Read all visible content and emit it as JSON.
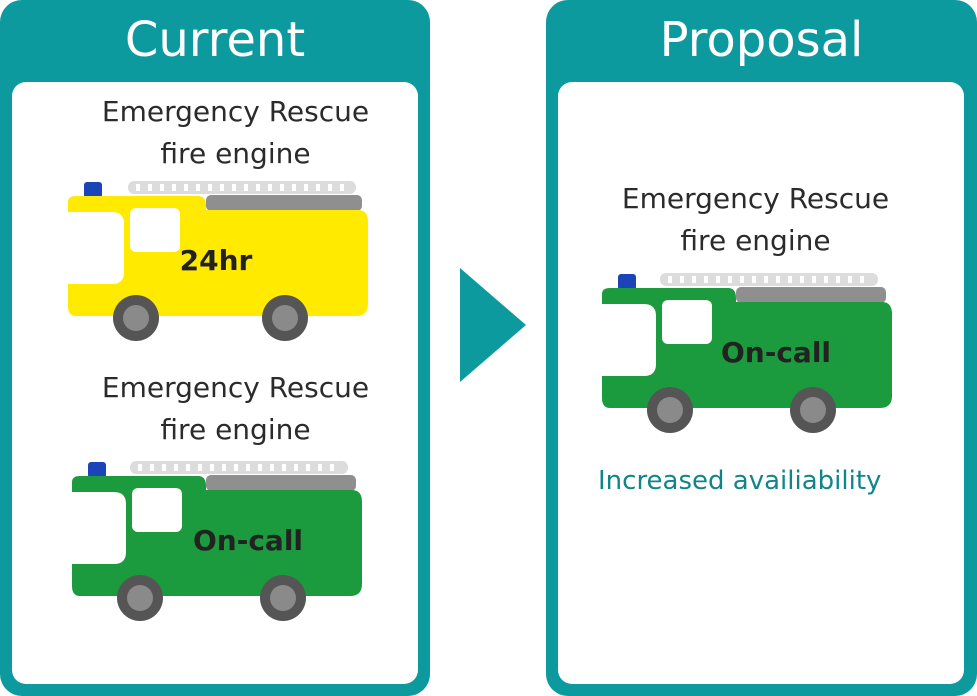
{
  "colors": {
    "panel": "#0d9a9e",
    "note_text": "#11858a",
    "truck_24hr": "#ffea00",
    "truck_on_call": "#1c9a3e"
  },
  "current": {
    "title": "Current",
    "engines": [
      {
        "caption_line1": "Emergency Rescue",
        "caption_line2": "fire engine",
        "status": "24hr",
        "icon": "yellow-fire-engine-icon"
      },
      {
        "caption_line1": "Emergency Rescue",
        "caption_line2": "fire engine",
        "status": "On-call",
        "icon": "green-fire-engine-icon"
      }
    ]
  },
  "arrow_icon": "play-arrow-icon",
  "proposal": {
    "title": "Proposal",
    "engine": {
      "caption_line1": "Emergency Rescue",
      "caption_line2": "fire engine",
      "status": "On-call",
      "icon": "green-fire-engine-icon"
    },
    "note": "Increased availiability"
  }
}
